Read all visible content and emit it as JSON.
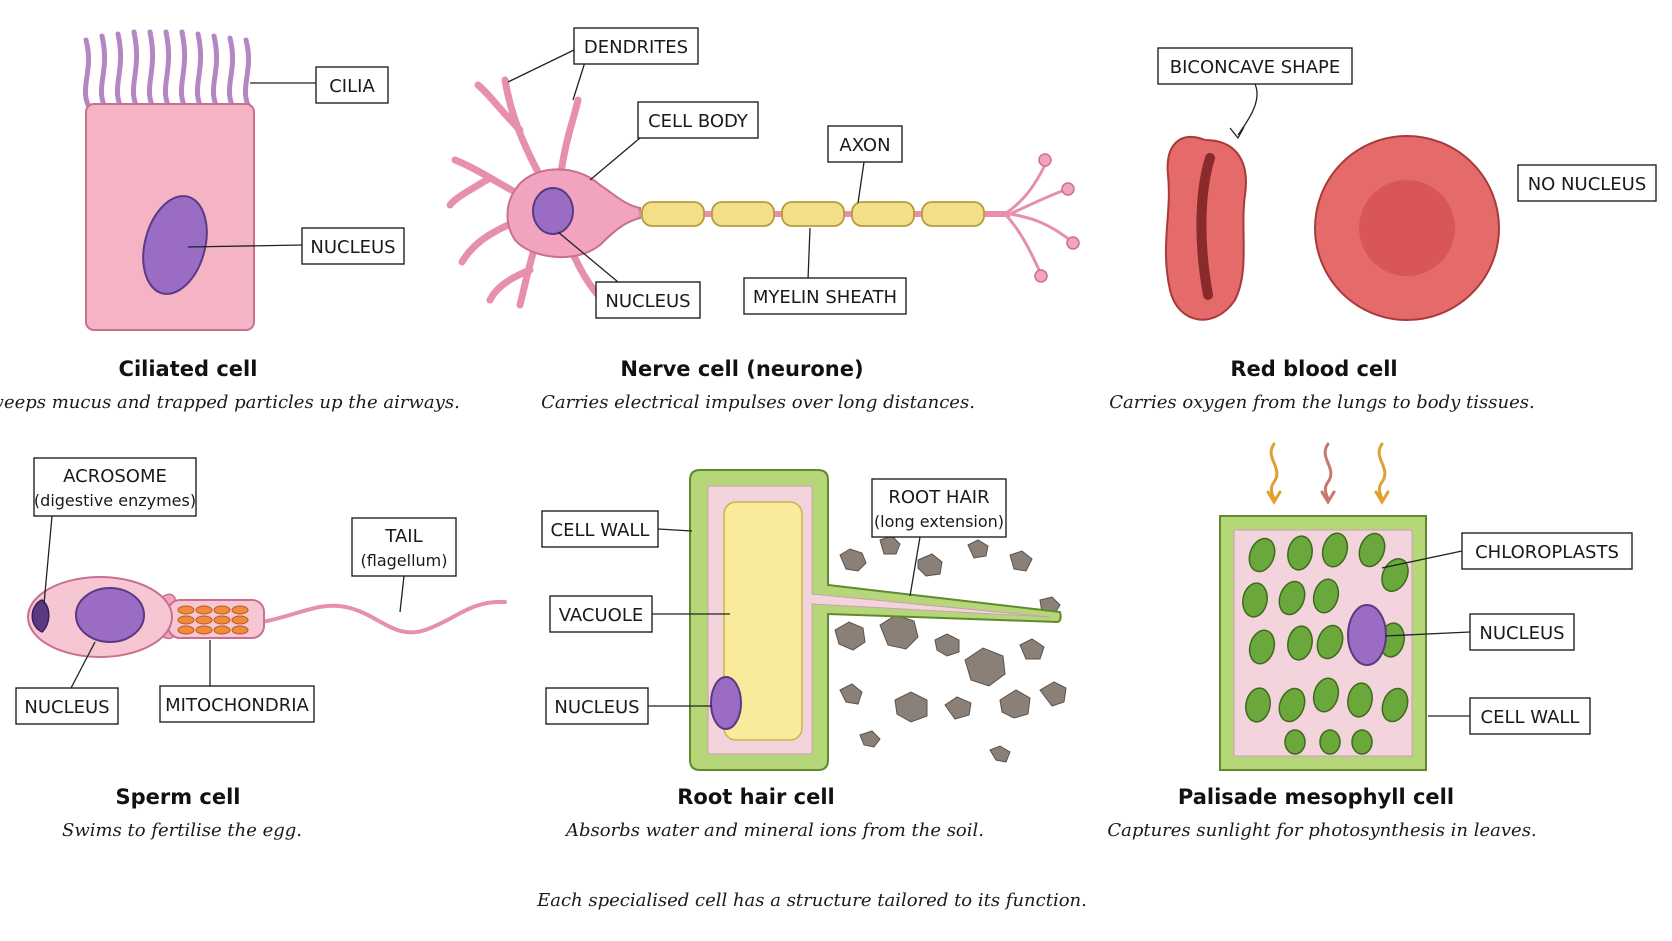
{
  "footer": "Each specialised cell has a structure tailored to its function.",
  "colors": {
    "ciliated_pink": "#f5b3c6",
    "nucleus_purple": "#9b6cc4",
    "neuron_pink": "#f2a3c0",
    "myelin_yellow": "#f3de8a",
    "rbc_red": "#e56a6a",
    "root_green": "#b5d77a",
    "vacuole_yellow": "#f8ec9c",
    "chloroplast_green": "#6aa83b",
    "soil_grey": "#8a8078"
  },
  "cells": {
    "ciliated": {
      "title": "Ciliated cell",
      "caption": "Sweeps mucus and trapped particles up the airways.",
      "labels": {
        "cilia": "CILIA",
        "nucleus": "NUCLEUS"
      }
    },
    "nerve": {
      "title": "Nerve cell (neurone)",
      "caption": "Carries electrical impulses over long distances.",
      "labels": {
        "dendrites": "DENDRITES",
        "cell_body": "CELL BODY",
        "axon": "AXON",
        "nucleus": "NUCLEUS",
        "myelin": "MYELIN SHEATH"
      }
    },
    "rbc": {
      "title": "Red blood cell",
      "caption": "Carries oxygen from the lungs to body tissues.",
      "labels": {
        "biconcave": "BICONCAVE SHAPE",
        "no_nucleus": "NO NUCLEUS"
      }
    },
    "sperm": {
      "title": "Sperm cell",
      "caption": "Swims to fertilise the egg.",
      "labels": {
        "acrosome": "ACROSOME",
        "acrosome_sub": "(digestive enzymes)",
        "tail": "TAIL",
        "tail_sub": "(flagellum)",
        "nucleus": "NUCLEUS",
        "mitochondria": "MITOCHONDRIA"
      }
    },
    "root": {
      "title": "Root hair cell",
      "caption": "Absorbs water and mineral ions from the soil.",
      "labels": {
        "cell_wall": "CELL WALL",
        "root_hair": "ROOT HAIR",
        "root_hair_sub": "(long extension)",
        "vacuole": "VACUOLE",
        "nucleus": "NUCLEUS"
      }
    },
    "palisade": {
      "title": "Palisade mesophyll cell",
      "caption": "Captures sunlight for photosynthesis in leaves.",
      "labels": {
        "chloroplasts": "CHLOROPLASTS",
        "nucleus": "NUCLEUS",
        "cell_wall": "CELL WALL"
      }
    }
  }
}
